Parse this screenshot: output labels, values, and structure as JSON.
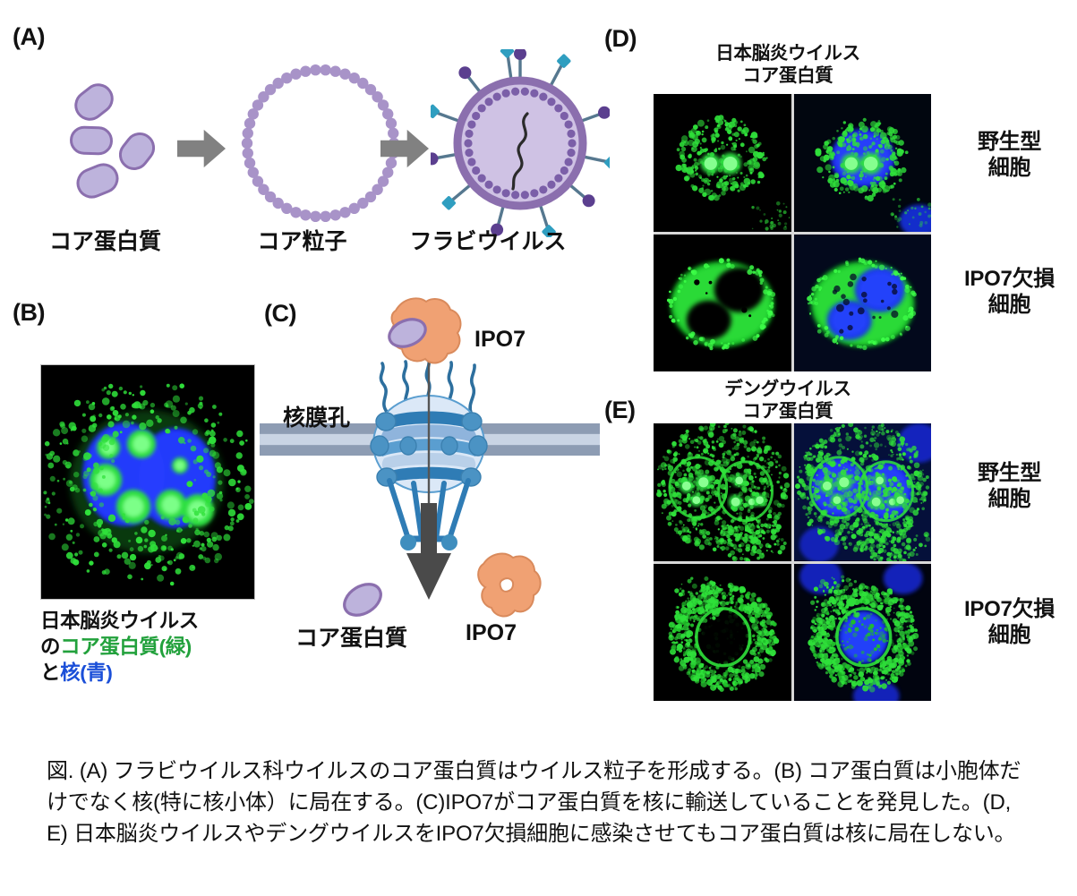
{
  "panels": {
    "a": {
      "label": "(A)",
      "steps": [
        {
          "caption": "コア蛋白質"
        },
        {
          "caption": "コア粒子"
        },
        {
          "caption": "フラビウイルス"
        }
      ]
    },
    "b": {
      "label": "(B)",
      "caption_line1": "日本脳炎ウイルス",
      "caption_line2_plain": "の",
      "caption_line2_green": "コア蛋白質(緑)",
      "caption_line3_plain": "と",
      "caption_line3_blue": "核(青)",
      "green_hex": "#22a13c",
      "blue_hex": "#1b4fd8"
    },
    "c": {
      "label": "(C)",
      "ipo7_top": "IPO7",
      "pore_label": "核膜孔",
      "core_bottom": "コア蛋白質",
      "ipo7_bottom": "IPO7",
      "ipo7_hex": "#f0a173",
      "core_hex": "#bdb3dc",
      "pore_hex": "#2d7fb8",
      "arrow_hex": "#4a4a4a"
    },
    "d": {
      "label": "(D)",
      "title": "日本脳炎ウイルス\nコア蛋白質",
      "row_labels": [
        "野生型\n細胞",
        "IPO7欠損\n細胞"
      ]
    },
    "e": {
      "label": "(E)",
      "title": "デングウイルス\nコア蛋白質",
      "row_labels": [
        "野生型\n細胞",
        "IPO7欠損\n細胞"
      ]
    }
  },
  "caption": {
    "text": "図. (A) フラビウイルス科ウイルスのコア蛋白質はウイルス粒子を形成する。(B) コア蛋白質は小胞体だけでなく核(特に核小体）に局在する。(C)IPO7がコア蛋白質を核に輸送していることを発見した。(D, E) 日本脳炎ウイルスやデングウイルスをIPO7欠損細胞に感染させてもコア蛋白質は核に局在しない。"
  }
}
